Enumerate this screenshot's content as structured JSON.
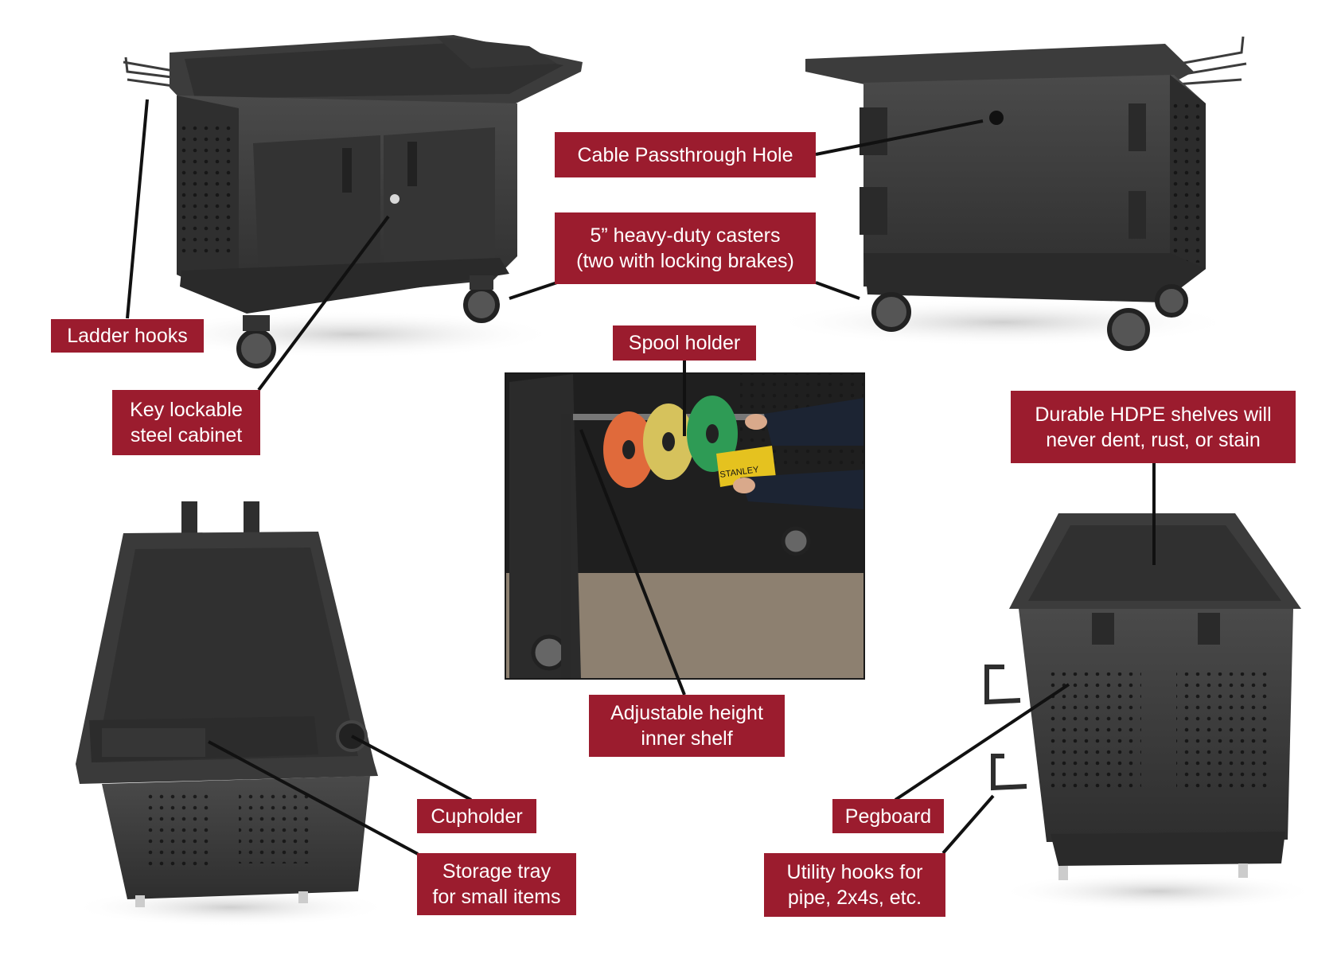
{
  "colors": {
    "label_bg": "#9b1c2e",
    "label_text": "#ffffff",
    "cart_body": "#3a3a3a",
    "cart_dark": "#262626",
    "leader_line": "#111111",
    "background": "#ffffff"
  },
  "callouts": {
    "ladder_hooks": "Ladder hooks",
    "key_lockable": "Key lockable\nsteel cabinet",
    "cable_passthrough": "Cable Passthrough Hole",
    "casters": "5” heavy-duty casters\n(two with locking brakes)",
    "spool_holder": "Spool holder",
    "hdpe_shelves": "Durable HDPE shelves will\nnever dent, rust, or stain",
    "adjustable_shelf": "Adjustable height\ninner shelf",
    "cupholder": "Cupholder",
    "storage_tray": "Storage tray\nfor small items",
    "pegboard": "Pegboard",
    "utility_hooks": "Utility hooks for\npipe, 2x4s, etc."
  },
  "photo": {
    "brand_text": "STANLEY"
  }
}
